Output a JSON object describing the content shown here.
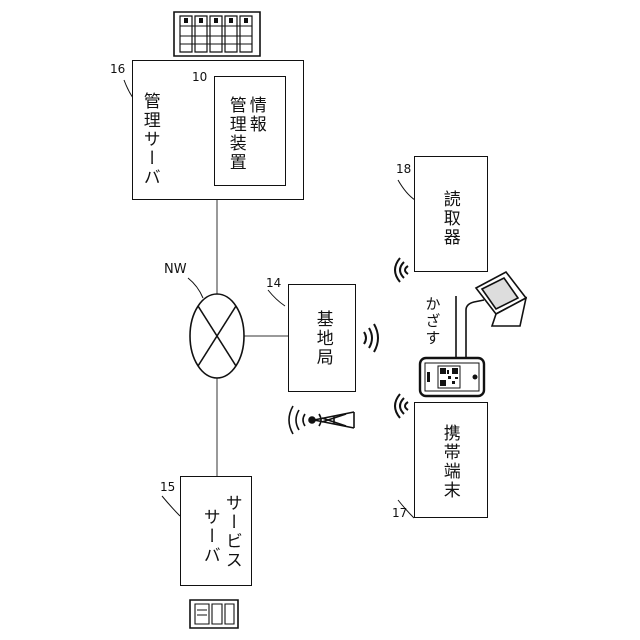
{
  "labels": {
    "management_server": "管理サーバ",
    "info_processor_line1": "情報",
    "info_processor_line2": "管理装置",
    "reader": "読取器",
    "base_station": "基地局",
    "mobile_terminal": "携帯端末",
    "service_server_line1": "サービス",
    "service_server_line2": "サーバ",
    "network": "NW",
    "hold_over": "かざす"
  },
  "refs": {
    "management_server": "16",
    "info_processor": "10",
    "reader": "18",
    "base_station": "14",
    "service_server": "15",
    "mobile_terminal": "17"
  }
}
